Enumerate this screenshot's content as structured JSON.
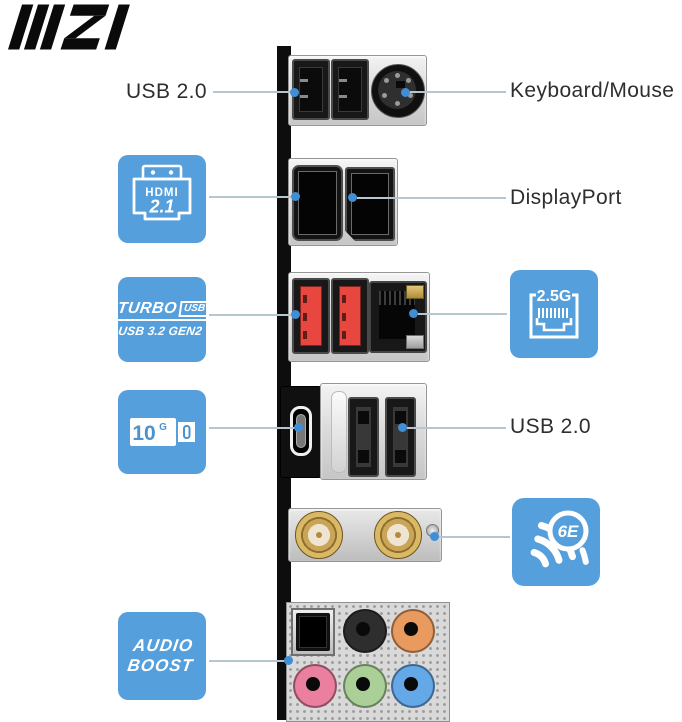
{
  "logo": {
    "brand": "MSI"
  },
  "colors": {
    "badge_blue": "#55a0dc",
    "callout_line": "#b7c5ce",
    "callout_dot": "#3f8ed6",
    "label_text": "#2e2e2e",
    "usb_red": "#e8473f",
    "io_bar": "#0d0d0d"
  },
  "callouts": {
    "usb2_left": "USB 2.0",
    "keyboard_mouse": "Keyboard/Mouse",
    "displayport": "DisplayPort",
    "usb2_right": "USB 2.0"
  },
  "badges": {
    "hdmi": {
      "label": "HDMI",
      "version": "2.1"
    },
    "turbo": {
      "word": "TURBO",
      "chip": "USB",
      "spec": "USB 3.2 GEN2"
    },
    "ten_g": {
      "value": "10",
      "unit": "G"
    },
    "lan": {
      "speed": "2.5G"
    },
    "wifi": {
      "label": "6E"
    },
    "audio": {
      "line1": "AUDIO",
      "line2": "BOOST"
    }
  },
  "icons": [
    "msi-logo",
    "hdmi-2-1-badge",
    "turbo-usb-badge",
    "10g-usb-badge",
    "2-5g-lan-badge",
    "wifi-6e-badge",
    "audio-boost-badge"
  ]
}
